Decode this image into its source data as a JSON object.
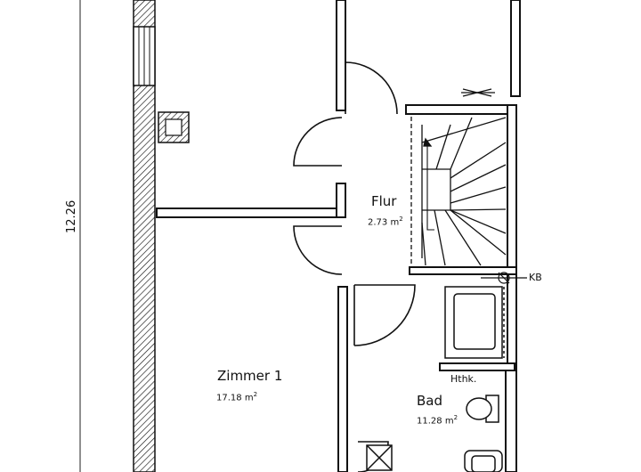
{
  "dimension": {
    "text": "12.26"
  },
  "rooms": [
    {
      "name": "Flur",
      "area": "2.73",
      "unit": "m"
    },
    {
      "name": "Zimmer 1",
      "area": "17.18",
      "unit": "m"
    },
    {
      "name": "Bad",
      "area": "11.28",
      "unit": "m"
    }
  ],
  "tags": {
    "kb": "KB",
    "hhk": "Hthk."
  },
  "colors": {
    "wall_fill": "#ffffff",
    "wall_stroke": "#111111",
    "hatch": "#111111"
  }
}
